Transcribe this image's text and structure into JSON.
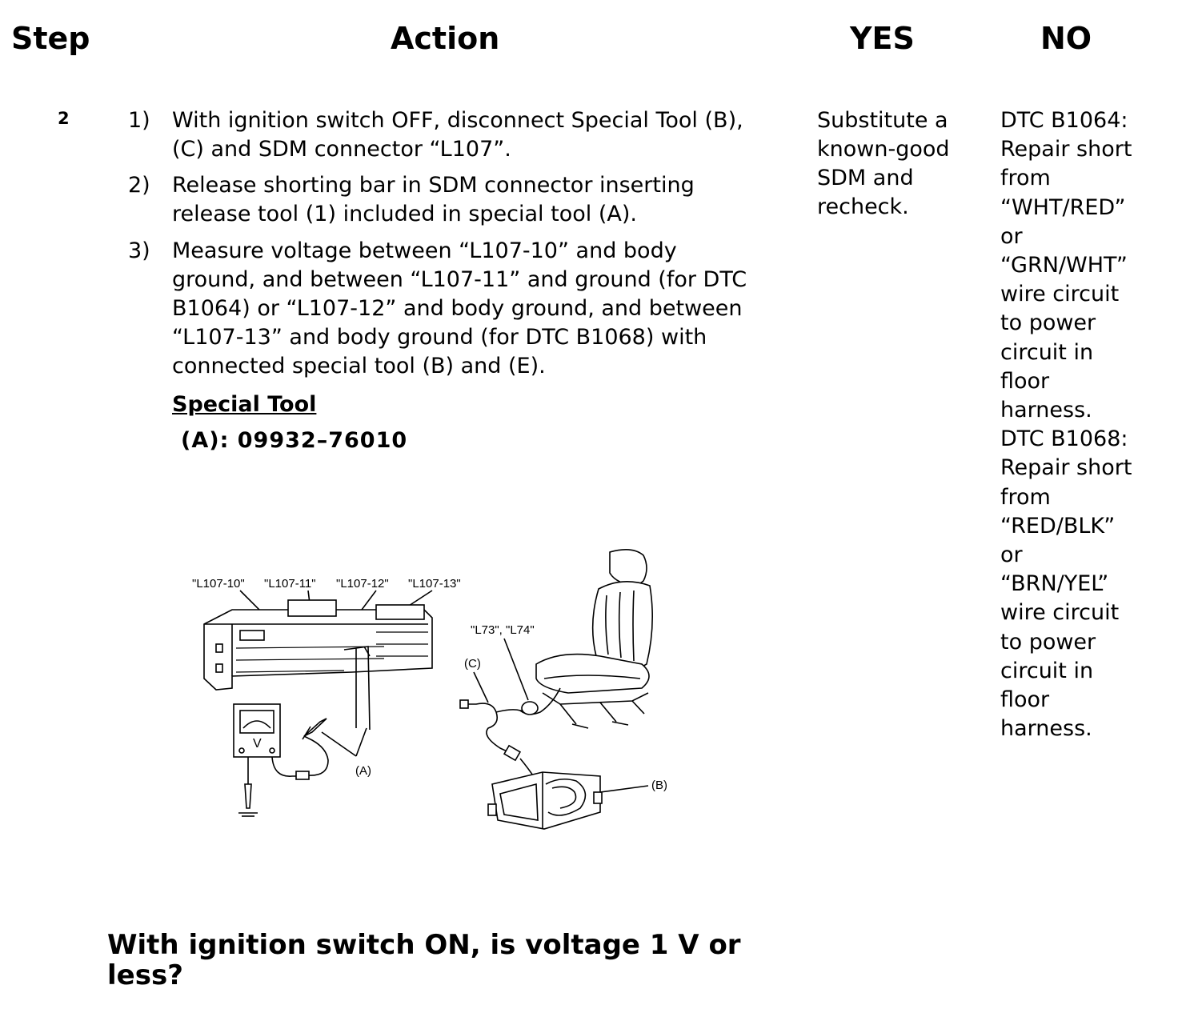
{
  "header": {
    "step": "Step",
    "action": "Action",
    "yes": "YES",
    "no": "NO"
  },
  "step_number": "2",
  "actions": [
    {
      "num": "1)",
      "text": "With ignition switch OFF, disconnect Special Tool (B), (C) and SDM connector “L107”."
    },
    {
      "num": "2)",
      "text": "Release shorting bar in SDM connector inserting release tool (1) included in special tool (A)."
    },
    {
      "num": "3)",
      "text": "Measure voltage between “L107-10” and body ground, and between “L107-11” and ground (for DTC B1064) or “L107-12” and body ground, and between “L107-13” and body ground (for DTC B1068) with connected special tool (B) and (E)."
    }
  ],
  "special_tool": {
    "title": "Special Tool",
    "code": "(A): 09932–76010"
  },
  "figure": {
    "connector_labels": [
      "\"L107-10\"",
      "\"L107-11\"",
      "\"L107-12\"",
      "\"L107-13\""
    ],
    "seat_connector_label": "\"L73\", \"L74\"",
    "label_a": "(A)",
    "label_b": "(B)",
    "label_c": "(C)",
    "meter_letter": "V"
  },
  "question": "With ignition switch ON, is voltage 1 V or less?",
  "yes_lines": [
    "Substitute a",
    "known-good",
    "SDM and",
    "recheck."
  ],
  "no_lines": [
    "DTC B1064:",
    "Repair short",
    "from",
    "“WHT/RED”",
    "or",
    "“GRN/WHT”",
    "wire circuit",
    "to power",
    "circuit in",
    "floor",
    "harness.",
    "DTC B1068:",
    "Repair short",
    "from",
    "“RED/BLK”",
    "or",
    "“BRN/YEL”",
    "wire circuit",
    "to power",
    "circuit in",
    "floor",
    "harness."
  ]
}
